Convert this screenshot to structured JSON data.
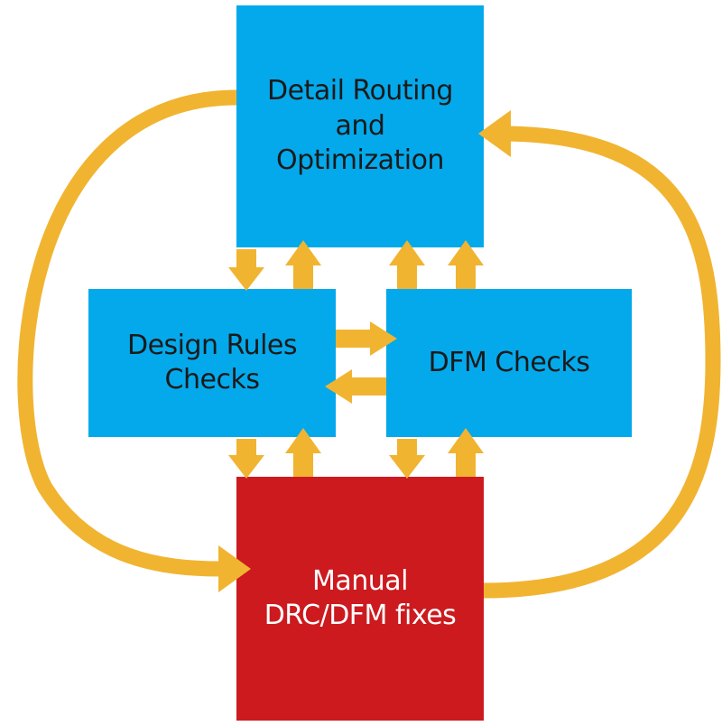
{
  "colors": {
    "process_box": "#04a9eb",
    "manual_box": "#cc1a1f",
    "arrow": "#f1b431",
    "text_dark": "#1a1a1a",
    "text_light": "#ffffff"
  },
  "nodes": {
    "detail_routing": "Detail Routing\nand\nOptimization",
    "design_rules_checks": "Design Rules\nChecks",
    "dfm_checks": "DFM Checks",
    "manual_fixes": "Manual\nDRC/DFM fixes"
  }
}
